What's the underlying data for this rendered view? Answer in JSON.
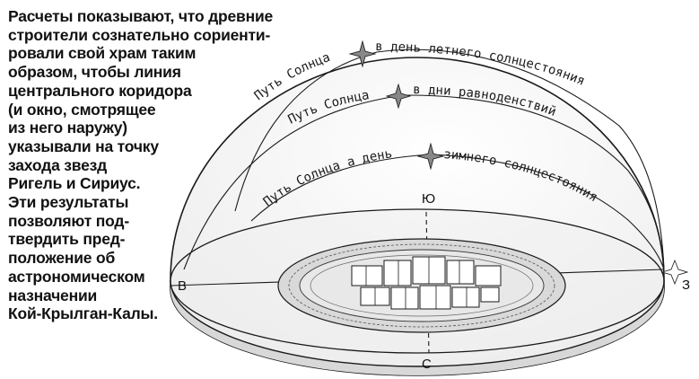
{
  "caption": {
    "lines": [
      "Расчеты показывают, что древние",
      "строители сознательно сориенти-",
      "ровали свой храм таким",
      "образом, чтобы линия",
      "центрального коридора",
      "(и окно, смотрящее",
      "из него наружу)",
      "указывали на точку",
      "захода звезд",
      "Ригель и Сириус.",
      "Эти результаты",
      "позволяют под-",
      "твердить пред-",
      "положение об",
      "астрономическом",
      "назначении",
      "Кой-Крылган-Калы."
    ]
  },
  "paths": {
    "summer": {
      "before_star": "Путь Солнца",
      "after_star": "в день летнего солнцестояния"
    },
    "equinox": {
      "before_star": "Путь Солнца",
      "after_star": "в дни равноденствий"
    },
    "winter": {
      "before_star": "Путь Солнца а день",
      "after_star": "зимнего солнцестояния"
    }
  },
  "directions": {
    "south": "Ю",
    "north": "С",
    "east": "В",
    "west": "З"
  },
  "colors": {
    "dome_fill": "#f7f7f7",
    "ink": "#1a1a1a",
    "shadow": "#c9c9c9"
  },
  "icons": [
    "star-icon",
    "sun-icon"
  ]
}
